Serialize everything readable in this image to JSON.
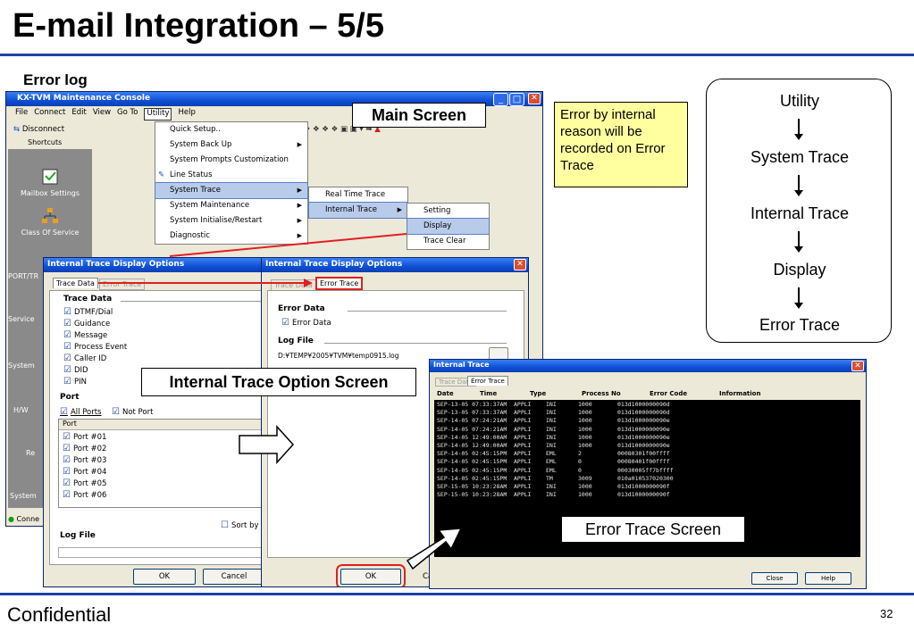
{
  "slide": {
    "title": "E-mail Integration – 5/5",
    "section": "Error log",
    "footer": "Confidential",
    "page_number": "32"
  },
  "colors": {
    "accent": "#1f3fa8",
    "callout_bg": "#ffffa0",
    "highlight_red": "#e02020",
    "xp_blue": "#0f4fd6"
  },
  "main_window": {
    "title": "KX-TVM Maintenance Console",
    "menu": [
      "File",
      "Connect",
      "Edit",
      "View",
      "Go To",
      "Utility",
      "Help"
    ],
    "toolbar_disconnect": "Disconnect",
    "shortcuts_label": "Shortcuts",
    "sidebar": [
      "Mailbox Settings",
      "Class Of Service",
      "PORT/TR",
      "Service",
      "System",
      "H/W",
      "Re",
      "System"
    ],
    "status": "Conne"
  },
  "utility_menu": [
    "Quick Setup..",
    "System Back Up",
    "System Prompts Customization",
    "Line Status",
    "System Trace",
    "System Maintenance",
    "System Initialise/Restart",
    "Diagnostic"
  ],
  "system_trace_menu": [
    "Real Time Trace",
    "Internal Trace"
  ],
  "internal_trace_menu": [
    "Setting",
    "Display",
    "Trace Clear"
  ],
  "labels": {
    "main_screen": "Main Screen",
    "option_screen": "Internal Trace Option Screen",
    "error_screen": "Error Trace Screen"
  },
  "callout_text": "Error by internal reason will be recorded on Error Trace",
  "flow": [
    "Utility",
    "System Trace",
    "Internal Trace",
    "Display",
    "Error Trace"
  ],
  "options_dialog_1": {
    "title": "Internal Trace Display Options",
    "tabs": [
      "Trace Data",
      "Error Trace"
    ],
    "trace_data_label": "Trace Data",
    "items": [
      "DTMF/Dial",
      "Guidance",
      "Message",
      "Process Event",
      "Caller ID",
      "DID",
      "PIN"
    ],
    "port_label": "Port",
    "all_ports": "All Ports",
    "not_port": "Not Port",
    "port_header": "Port",
    "ports": [
      "Port #01",
      "Port #02",
      "Port #03",
      "Port #04",
      "Port #05",
      "Port #06"
    ],
    "sort_by": "Sort by I",
    "log_file": "Log File",
    "ok": "OK",
    "cancel": "Cancel"
  },
  "options_dialog_2": {
    "title": "Internal Trace Display Options",
    "tabs": [
      "Trace Data",
      "Error Trace"
    ],
    "error_data_label": "Error Data",
    "error_data_item": "Error Data",
    "log_file_label": "Log File",
    "log_path": "D:¥TEMP¥2005¥TVM¥temp0915.log",
    "ok": "OK",
    "cancel_partial": "Ca"
  },
  "error_trace_window": {
    "title": "Internal Trace",
    "tabs": [
      "Trace Data",
      "Error Trace"
    ],
    "columns": [
      "Date",
      "Time",
      "Type",
      "Process No",
      "Error Code",
      "Information"
    ],
    "rows": [
      [
        "SEP-13-05 07:33:37AM",
        "APPLI",
        "INI",
        "1000",
        "013d1000000090d"
      ],
      [
        "SEP-13-05 07:33:37AM",
        "APPLI",
        "INI",
        "1000",
        "013d1000000090d"
      ],
      [
        "SEP-14-05 07:24:21AM",
        "APPLI",
        "INI",
        "1000",
        "013d1000000090e"
      ],
      [
        "SEP-14-05 07:24:21AM",
        "APPLI",
        "INI",
        "1000",
        "013d1000000090e"
      ],
      [
        "SEP-14-05 12:49:00AM",
        "APPLI",
        "INI",
        "1000",
        "013d1000000090e"
      ],
      [
        "SEP-14-05 12:49:00AM",
        "APPLI",
        "INI",
        "1000",
        "013d1000000090e"
      ],
      [
        "SEP-14-05 02:45:15PM",
        "APPLI",
        "EML",
        "2",
        "00080301f00ffff"
      ],
      [
        "SEP-14-05 02:45:15PM",
        "APPLI",
        "EML",
        "0",
        "00080401f00ffff"
      ],
      [
        "SEP-14-05 02:45:15PM",
        "APPLI",
        "EML",
        "0",
        "00030005ff7bffff"
      ],
      [
        "SEP-14-05 02:45:15PM",
        "APPLI",
        "TM",
        "3009",
        "010a010537020300"
      ],
      [
        "SEP-15-05 10:23:28AM",
        "APPLI",
        "INI",
        "1000",
        "013d1000000090f"
      ],
      [
        "SEP-15-05 10:23:28AM",
        "APPLI",
        "INI",
        "1000",
        "013d1000000090f"
      ]
    ],
    "close": "Close",
    "help": "Help"
  }
}
